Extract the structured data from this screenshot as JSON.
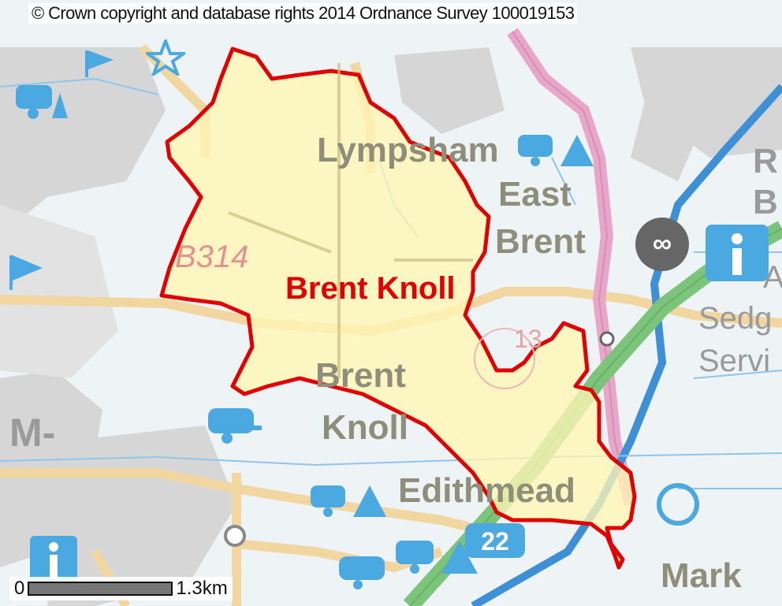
{
  "copyright": "© Crown copyright and database rights 2014 Ordnance Survey 100019153",
  "area_label": "Brent Knoll",
  "road_label": "B314",
  "places": {
    "lympsham": "Lympsham",
    "east": "East",
    "brent_east": "Brent",
    "brent": "Brent",
    "knoll": "Knoll",
    "edithmead": "Edithmead",
    "mark": "Mark",
    "sedg": "Sedg",
    "servi": "Servi",
    "m": "M-",
    "r": "R",
    "b": "B",
    "a": "A"
  },
  "motorway_junction": "22",
  "spot_height": "13",
  "scale": {
    "start": "0",
    "end": "1.3km"
  },
  "icons": [
    "camping-icon",
    "caravan-icon",
    "tourist-info-icon",
    "viewpoint-icon",
    "flag-icon",
    "star-icon"
  ],
  "colors": {
    "boundary": "#e30000",
    "area_fill": "#fff6b3",
    "motorway": "#7cc47a",
    "primary_road": "#e8a6c8",
    "water": "#3d8fd6",
    "urban": "#c8c8c8",
    "icon_blue": "#4aa9e0"
  }
}
